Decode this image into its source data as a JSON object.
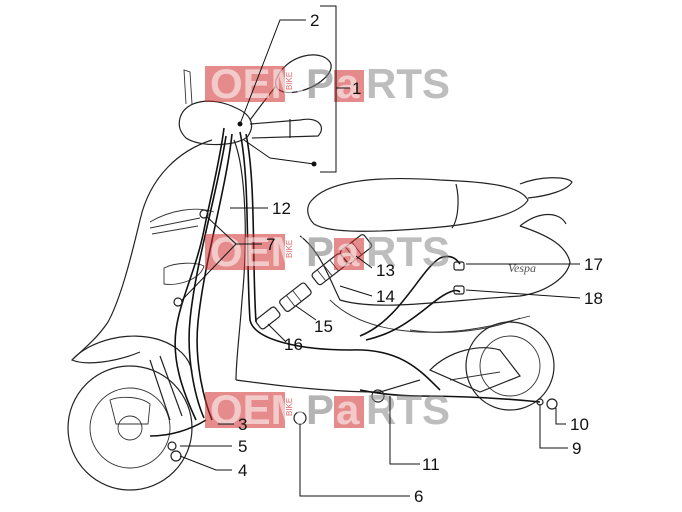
{
  "watermark": {
    "left": "OEM",
    "bike": "BIKE",
    "right_a": "P",
    "right_b": "a",
    "right_c": "RTS",
    "color": "#d12b2b"
  },
  "labels": {
    "n1": "1",
    "n2": "2",
    "n3": "3",
    "n4": "4",
    "n5": "5",
    "n6": "6",
    "n7": "7",
    "n9": "9",
    "n10": "10",
    "n11": "11",
    "n12": "12",
    "n13": "13",
    "n14": "14",
    "n15": "15",
    "n16": "16",
    "n17": "17",
    "n18": "18"
  },
  "brand_script": "Vespa"
}
